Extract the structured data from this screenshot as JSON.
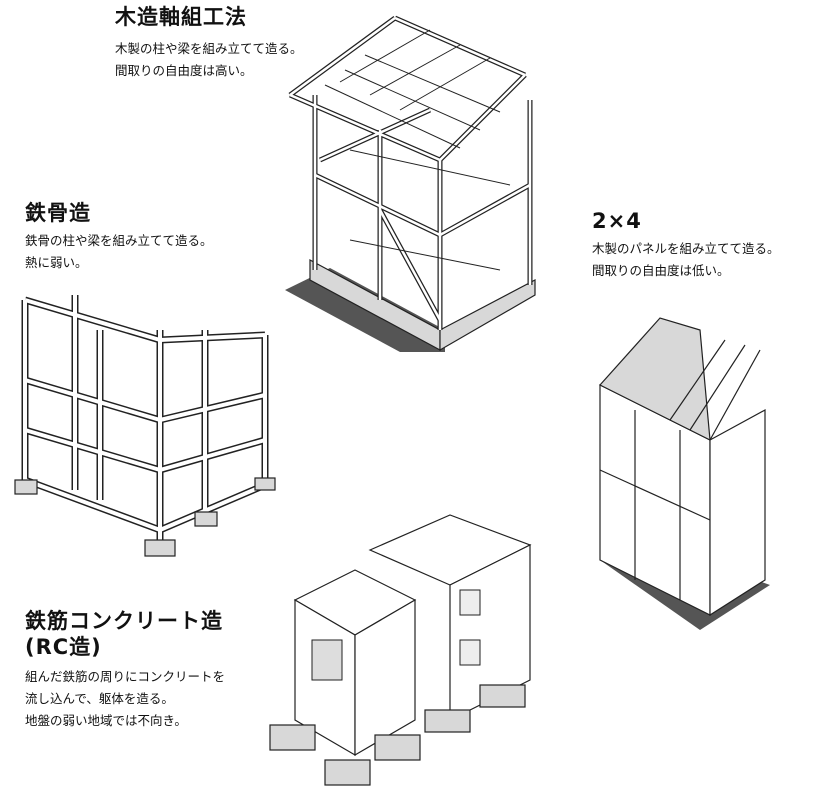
{
  "sections": [
    {
      "title": "木造軸組工法",
      "lines": [
        "木製の柱や梁を組み立てて造る。",
        "間取りの自由度は高い。"
      ]
    },
    {
      "title": "鉄骨造",
      "lines": [
        "鉄骨の柱や梁を組み立てて造る。",
        "熱に弱い。"
      ]
    },
    {
      "title": "2×4",
      "lines": [
        "木製のパネルを組み立てて造る。",
        "間取りの自由度は低い。"
      ]
    },
    {
      "title": "鉄筋コンクリート造",
      "title2": "(RC造)",
      "lines": [
        "組んだ鉄筋の周りにコンクリートを",
        "流し込んで、躯体を造る。",
        "地盤の弱い地域では不向き。"
      ]
    }
  ]
}
